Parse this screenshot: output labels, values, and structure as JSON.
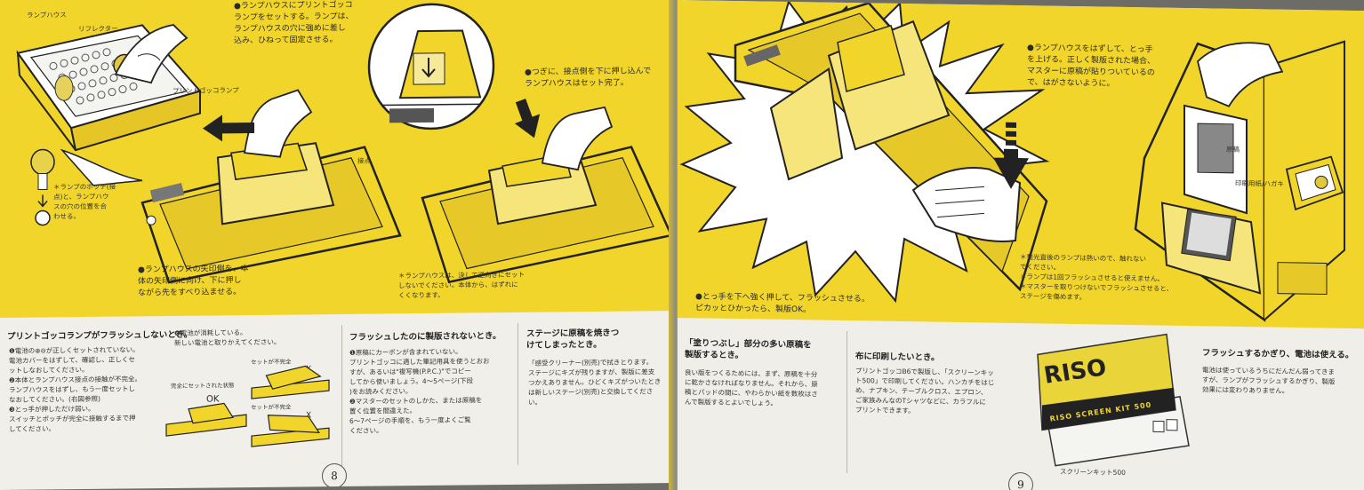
{
  "left": {
    "callouts": {
      "lamphouse": "ランプハウス",
      "reflector": "リフレクター",
      "bulb": "プリントゴッコランプ",
      "contact": "接点",
      "step1": [
        "●ランプハウスにプリントゴッコ",
        "ランプをセットする。ランプは、",
        "ランプハウスの穴に強めに差し",
        "込み、ひねって固定させる。"
      ],
      "step2": [
        "●ランプハウスの矢印側を、本",
        "体の矢印側に向け、下に押し",
        "ながら先をすべり込ませる。"
      ],
      "step3": [
        "●つぎに、接点側を下に押し込んで",
        "ランプハウスはセット完了。"
      ],
      "tip": [
        "＊ランプのポッチ(接",
        "点)と、ランプハウ",
        "スの穴の位置を合",
        "わせる。"
      ],
      "warn": [
        "＊ランプハウスは、決して逆向きにセット",
        "しないでください。本体から、はずれに",
        "くくなります。"
      ]
    },
    "trouble1": {
      "title": "プリントゴッコランプがフラッシュしないとき。",
      "lines": [
        "❶電池の⊕⊖が正しくセットされていない。",
        "電池カバーをはずして、確認し、正しくセ",
        "ットしなおしてください。",
        "❷本体とランプハウス接点の接触が不完全。",
        "ランプハウスをはずし、もう一度セットし",
        "なおしてください。(右図参照)",
        "❸とっ手が押しただけ弱い。",
        "スイッチとポッチが完全に接触するまで押",
        "してください。"
      ]
    },
    "trouble1b": {
      "lines": [
        "❹電池が消耗している。",
        "新しい電池と取りかえてください。"
      ],
      "labels": {
        "ok_state": "完全にセットされた状態",
        "ok": "OK",
        "bad1": "セットが不完全",
        "bad2": "セットが不完全",
        "x": "X"
      }
    },
    "trouble2": {
      "title": "フラッシュしたのに製版されないとき。",
      "lines": [
        "❶原稿にカーボンが含まれていない。",
        "プリントゴッコに適した筆記用具を使うとおお",
        "すが、あるいは\"複写機(P.P.C.)\"でコピー",
        "してから使いましょう。4〜5ページ(下段",
        ")をお読みください。",
        "❷マスターのセットのしかた、または原稿を",
        "置く位置を間違えた。",
        "6〜7ページの手順を、もう一度よくご覧",
        "ください。"
      ]
    },
    "trouble3": {
      "title": "ステージに原稿を焼きつけてしまったとき。",
      "lines": [
        "「感受クリーナー(別売)で拭きとります。",
        "ステージにキズが残りますが、製版に差支",
        "つかえありません。ひどくキズがついたとき",
        "は新しいステージ(別売)と交換してくださ",
        "い。"
      ]
    },
    "page_number": "8"
  },
  "right": {
    "callouts": {
      "step4": [
        "●とっ手を下へ強く押して、フラッシュさせる。",
        "ピカッとひかったら、製版OK。"
      ],
      "step5": [
        "●ランプハウスをはずして、とっ手",
        "を上げる。正しく製版された場合、",
        "マスターに原稿が貼りついているの",
        "で、はがさないように。"
      ],
      "original": "原稿",
      "paper": "印刷用紙/ハガキ",
      "notes": [
        "＊発光直後のランプは熱いので、触れない",
        "でください。",
        "＊ランプは1回フラッシュさせると使えません。",
        "＊マスターを取りつけないでフラッシュさせると、",
        "ステージを傷めます。"
      ]
    },
    "trouble4": {
      "title": "「塗りつぶし」部分の多い原稿を製版するとき。",
      "lines": [
        "良い版をつくるためには、まず、原稿を十分",
        "に乾かさなければなりません。それから、原",
        "稿とパッドの間に、やわらかい紙を数枚はさ",
        "んで製版するとよいでしょう。"
      ]
    },
    "trouble5": {
      "title": "布に印刷したいとき。",
      "lines": [
        "プリントゴッコB6で製版し、「スクリーンキッ",
        "ト500」で印刷してください。ハンカチをはじ",
        "め、ナプキン、テーブルクロス、エプロン、",
        "ご家族みんなのTシャツなどに、カラフルに",
        "プリントできます。"
      ]
    },
    "kit": {
      "logo": "RISO",
      "band": "RISO SCREEN KIT 500",
      "caption": "スクリーンキット500"
    },
    "trouble6": {
      "title": "フラッシュするかぎり、電池は使える。",
      "lines": [
        "電池は使っているうちにだんだん弱ってきま",
        "すが、ランプがフラッシュするかぎり、製版",
        "効果には変わりありません。"
      ]
    },
    "page_number": "9"
  },
  "colors": {
    "accent": "#f1d52b",
    "paper": "#f0efe9",
    "ink": "#2a2a28"
  }
}
